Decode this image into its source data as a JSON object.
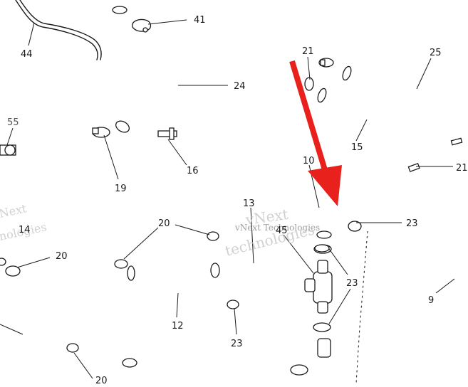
{
  "diagram": {
    "accent_color": "#e8211d",
    "callouts": [
      {
        "id": "c44",
        "text": "44"
      },
      {
        "id": "c41",
        "text": "41"
      },
      {
        "id": "c24",
        "text": "24"
      },
      {
        "id": "c21a",
        "text": "21"
      },
      {
        "id": "c25",
        "text": "25"
      },
      {
        "id": "c55",
        "text": "55"
      },
      {
        "id": "c19",
        "text": "19"
      },
      {
        "id": "c16",
        "text": "16"
      },
      {
        "id": "c15",
        "text": "15"
      },
      {
        "id": "c21b",
        "text": "21"
      },
      {
        "id": "c10",
        "text": "10"
      },
      {
        "id": "c13",
        "text": "13"
      },
      {
        "id": "c23a",
        "text": "23"
      },
      {
        "id": "c20a",
        "text": "20"
      },
      {
        "id": "c14",
        "text": "14"
      },
      {
        "id": "c45",
        "text": "45"
      },
      {
        "id": "c20b",
        "text": "20"
      },
      {
        "id": "c23b",
        "text": "23"
      },
      {
        "id": "c9",
        "text": "9"
      },
      {
        "id": "c12",
        "text": "12"
      },
      {
        "id": "c23c",
        "text": "23"
      },
      {
        "id": "c20c",
        "text": "20"
      }
    ],
    "watermarks": [
      {
        "id": "wm1",
        "text": "vNext"
      },
      {
        "id": "wm2",
        "text": "vNext Technologies"
      },
      {
        "id": "wm3",
        "text": "technologies"
      },
      {
        "id": "wm4",
        "text": "Next"
      },
      {
        "id": "wm5",
        "text": "nologies"
      }
    ]
  }
}
